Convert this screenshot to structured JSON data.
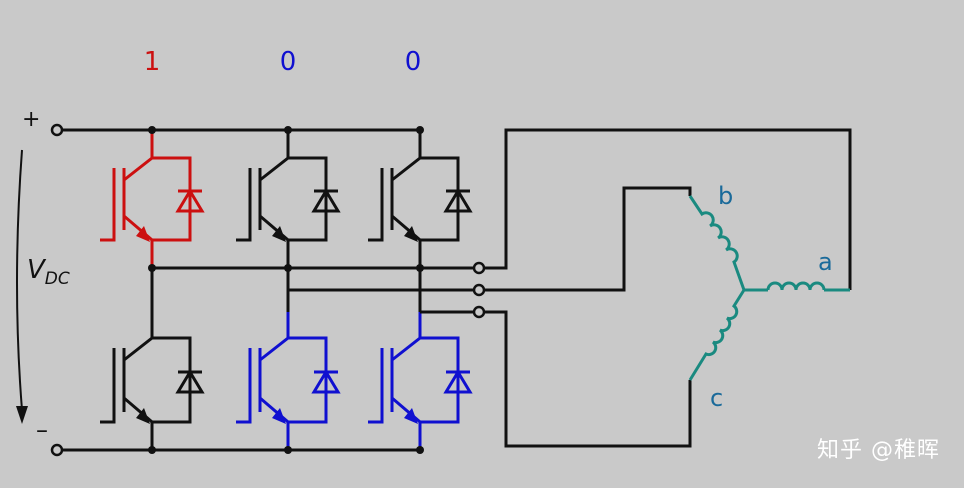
{
  "states": [
    "1",
    "0",
    "0"
  ],
  "supply": {
    "plus": "+",
    "minus": "–",
    "v": "V",
    "sub": "DC"
  },
  "phases": {
    "a": "a",
    "b": "b",
    "c": "c"
  },
  "watermark": "知乎 @稚晖",
  "colors": {
    "background": "#c9c9c9",
    "wire": "#111111",
    "active_upper": "#cc1010",
    "active_lower": "#1010d0",
    "winding": "#1a8a80",
    "phase_label": "#1a6a9a",
    "watermark": "#ffffff"
  },
  "switches": {
    "upper": [
      "on",
      "off",
      "off"
    ],
    "lower": [
      "off",
      "on",
      "on"
    ]
  }
}
